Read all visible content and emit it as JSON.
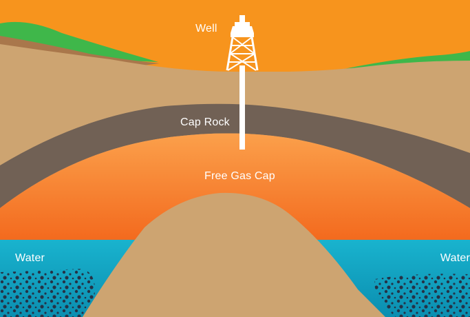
{
  "labels": {
    "well": "Well",
    "cap_rock": "Cap Rock",
    "free_gas_cap": "Free Gas Cap",
    "water_left": "Water",
    "water_right": "Water"
  },
  "colors": {
    "sky": "#F7941D",
    "grass": "#3FB74A",
    "soil": "#CDA471",
    "soil_dark": "#A9774B",
    "cap_rock": "#716155",
    "gas_top": "#F99240",
    "gas_bottom": "#F37021",
    "water": "#13A9C6",
    "water_deep": "#0E8FAE",
    "pores": "#23384A",
    "rig": "#FFFFFF"
  },
  "icons": [
    "drilling-rig-icon"
  ]
}
